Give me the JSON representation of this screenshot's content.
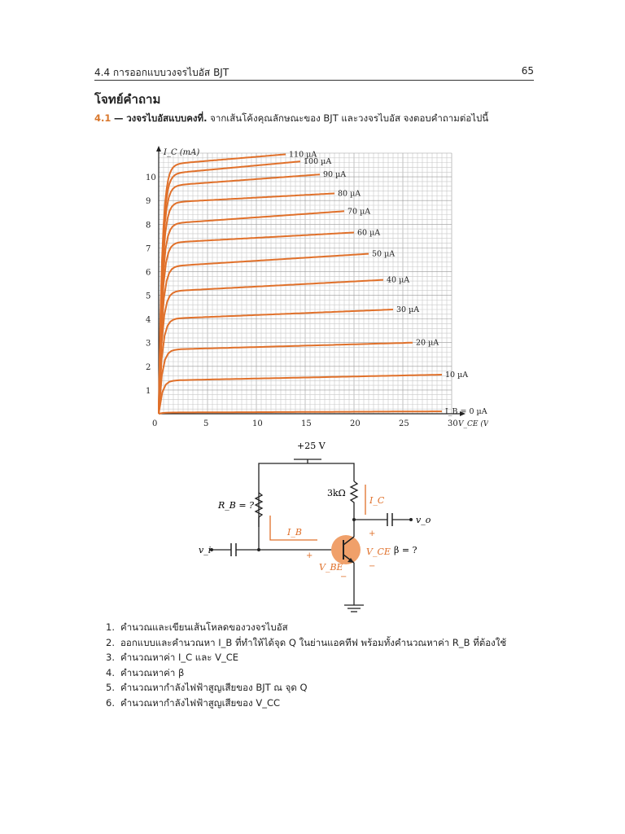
{
  "header": {
    "section": "4.4 การออกแบบวงจรไบอัส BJT",
    "page": "65"
  },
  "title": "โจทย์คำถาม",
  "question": {
    "number": "4.1",
    "dash": "—",
    "lead": "วงจรไบอัสแบบคงที่.",
    "text": "จากเส้นโค้งคุณลักษณะของ BJT และวงจรไบอัส จงตอบคำถามต่อไปนี้"
  },
  "chart_data": {
    "type": "line",
    "ylabel": "I_C (mA)",
    "xlabel": "V_CE (V)",
    "xlim": [
      0,
      30
    ],
    "ylim": [
      0,
      11
    ],
    "xticks": [
      "0",
      "5",
      "10",
      "15",
      "20",
      "25",
      "30"
    ],
    "yticks": [
      "1",
      "2",
      "3",
      "4",
      "5",
      "6",
      "7",
      "8",
      "9",
      "10"
    ],
    "grid": true,
    "series": [
      {
        "name": "I_B = 0 µA",
        "end_v": 29,
        "ic_start": 0.05,
        "ic_end": 0.1
      },
      {
        "name": "10 µA",
        "end_v": 29,
        "ic_start": 1.4,
        "ic_end": 1.65
      },
      {
        "name": "20 µA",
        "end_v": 26,
        "ic_start": 2.7,
        "ic_end": 3.0
      },
      {
        "name": "30 µA",
        "end_v": 24,
        "ic_start": 4.0,
        "ic_end": 4.4
      },
      {
        "name": "40 µA",
        "end_v": 23,
        "ic_start": 5.15,
        "ic_end": 5.65
      },
      {
        "name": "50 µA",
        "end_v": 21.5,
        "ic_start": 6.2,
        "ic_end": 6.75
      },
      {
        "name": "60 µA",
        "end_v": 20,
        "ic_start": 7.2,
        "ic_end": 7.65
      },
      {
        "name": "70 µA",
        "end_v": 19,
        "ic_start": 8.0,
        "ic_end": 8.55
      },
      {
        "name": "80 µA",
        "end_v": 18,
        "ic_start": 8.9,
        "ic_end": 9.3
      },
      {
        "name": "90 µA",
        "end_v": 16.5,
        "ic_start": 9.6,
        "ic_end": 10.1
      },
      {
        "name": "100 µA",
        "end_v": 14.5,
        "ic_start": 10.1,
        "ic_end": 10.65
      },
      {
        "name": "110 µA",
        "end_v": 13,
        "ic_start": 10.5,
        "ic_end": 10.95
      }
    ],
    "curve_color": "#e0702a"
  },
  "circuit": {
    "supply": "+25 V",
    "rc": "3kΩ",
    "rb": "R_B = ?",
    "ic": "I_C",
    "ib": "I_B",
    "vi": "v_i",
    "vo": "v_o",
    "vce": "V_CE",
    "vbe": "V_BE",
    "beta": "β = ?",
    "plus": "+",
    "minus": "−"
  },
  "tasks": [
    {
      "n": "1.",
      "text": "คำนวณและเขียนเส้นโหลดของวงจรไบอัส"
    },
    {
      "n": "2.",
      "text": "ออกแบบและคำนวณหา I_B ที่ทำให้ได้จุด Q ในย่านแอคทีฟ พร้อมทั้งคำนวณหาค่า R_B ที่ต้องใช้"
    },
    {
      "n": "3.",
      "text": "คำนวณหาค่า I_C และ V_CE"
    },
    {
      "n": "4.",
      "text": "คำนวณหาค่า β"
    },
    {
      "n": "5.",
      "text": "คำนวณหากำลังไฟฟ้าสูญเสียของ BJT ณ จุด Q"
    },
    {
      "n": "6.",
      "text": "คำนวณหากำลังไฟฟ้าสูญเสียของ V_CC"
    }
  ]
}
